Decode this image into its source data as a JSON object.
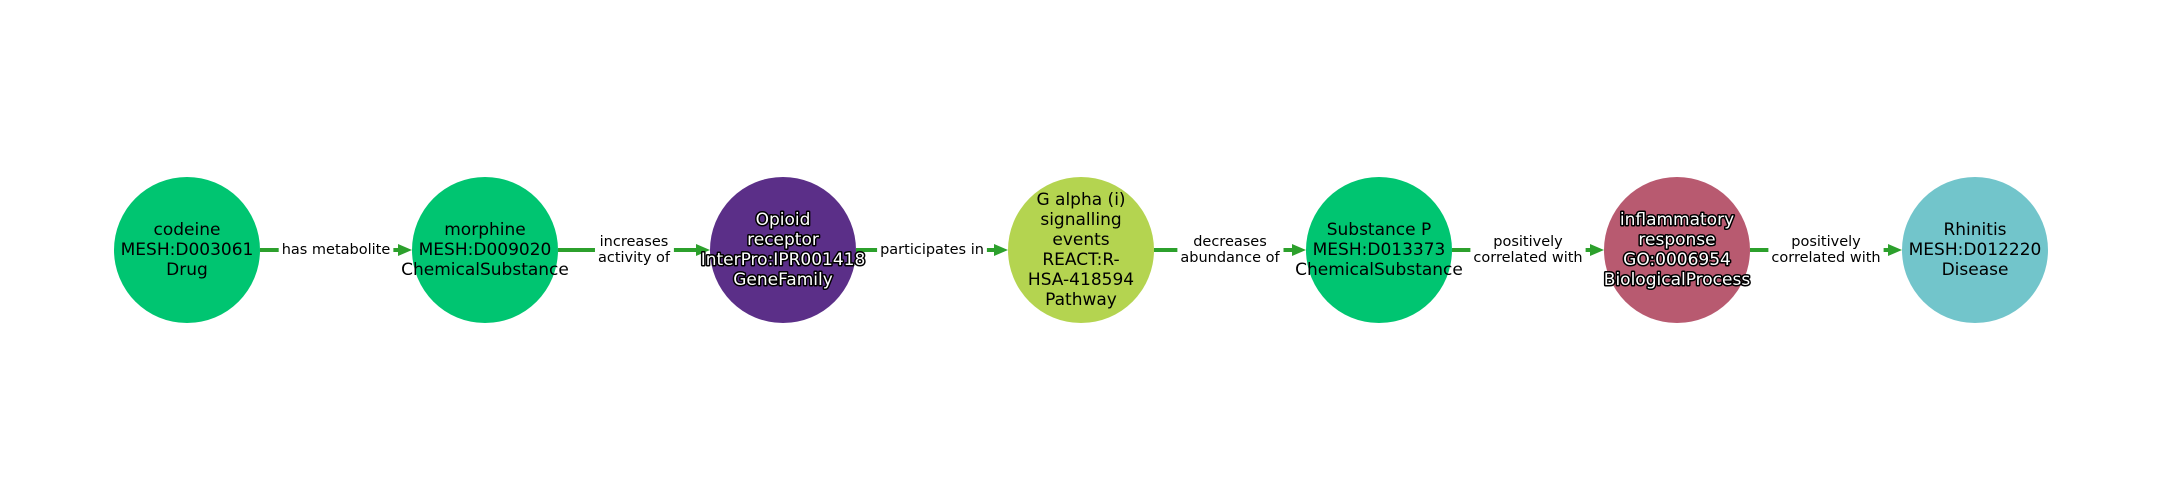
{
  "colors": {
    "edge": "#2ca02c",
    "background": "#ffffff"
  },
  "nodes": [
    {
      "lines": [
        "codeine",
        "MESH:D003061",
        "Drug"
      ],
      "fill": "#00c571",
      "text_color": "#000000",
      "halo": false
    },
    {
      "lines": [
        "morphine",
        "MESH:D009020",
        "ChemicalSubstance"
      ],
      "fill": "#00c571",
      "text_color": "#000000",
      "halo": false
    },
    {
      "lines": [
        "Opioid",
        "receptor",
        "InterPro:IPR001418",
        "GeneFamily"
      ],
      "fill": "#5b2f88",
      "text_color": "#ffffff",
      "halo": true
    },
    {
      "lines": [
        "G alpha (i)",
        "signalling",
        "events",
        "REACT:R-",
        "HSA-418594",
        "Pathway"
      ],
      "fill": "#b4d450",
      "text_color": "#000000",
      "halo": false
    },
    {
      "lines": [
        "Substance P",
        "MESH:D013373",
        "ChemicalSubstance"
      ],
      "fill": "#00c571",
      "text_color": "#000000",
      "halo": false
    },
    {
      "lines": [
        "inflammatory",
        "response",
        "GO:0006954",
        "BiologicalProcess"
      ],
      "fill": "#b85a70",
      "text_color": "#ffffff",
      "halo": true
    },
    {
      "lines": [
        "Rhinitis",
        "MESH:D012220",
        "Disease"
      ],
      "fill": "#72c5cb",
      "text_color": "#000000",
      "halo": false
    }
  ],
  "edges": [
    {
      "lines": [
        "has metabolite"
      ]
    },
    {
      "lines": [
        "increases",
        "activity of"
      ]
    },
    {
      "lines": [
        "participates in"
      ]
    },
    {
      "lines": [
        "decreases",
        "abundance of"
      ]
    },
    {
      "lines": [
        "positively",
        "correlated with"
      ]
    },
    {
      "lines": [
        "positively",
        "correlated with"
      ]
    }
  ]
}
